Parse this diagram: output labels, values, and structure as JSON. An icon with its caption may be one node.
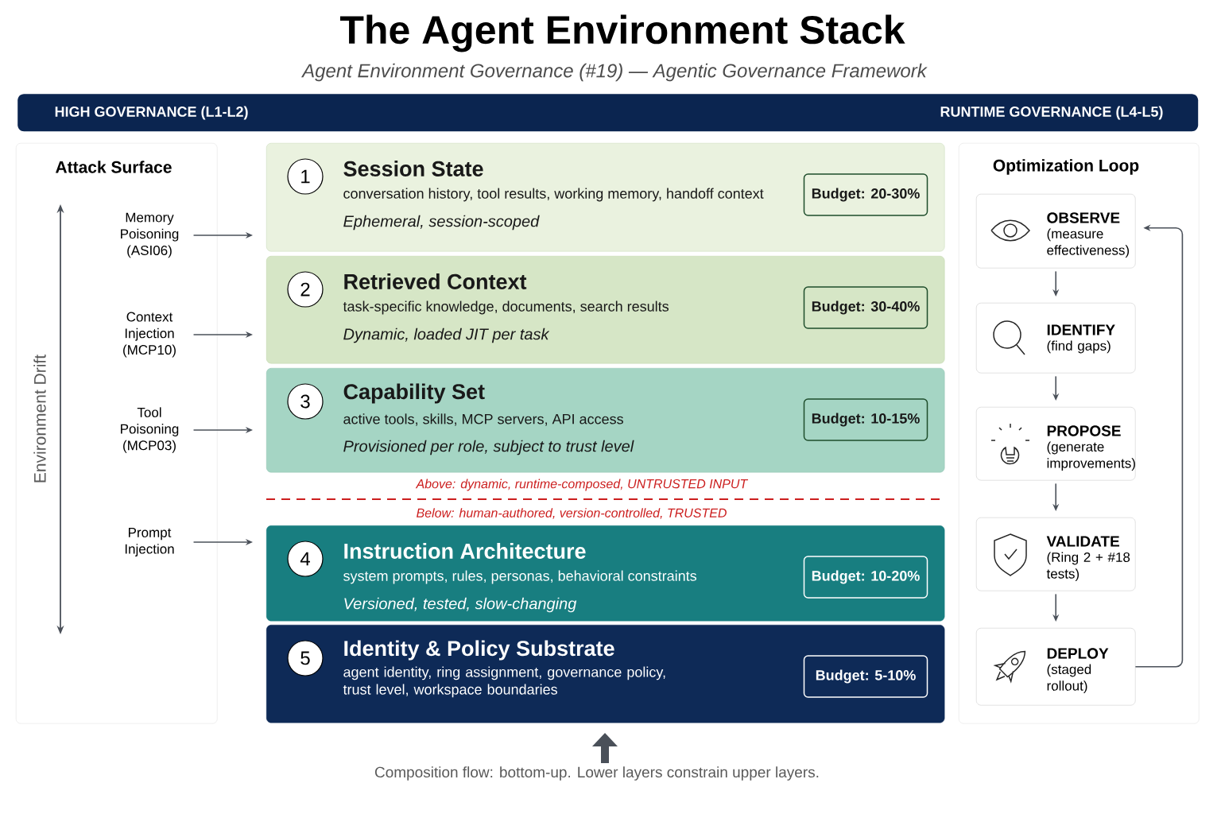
{
  "diagram": {
    "title": "The Agent Environment Stack",
    "nodes": [
      {
        "text": [
          "HIGH GOVERNANCE (L1-L2)",
          "RUNTIME GOVERNANCE (L4-L5)"
        ]
      },
      {
        "text": [
          "Attack Surface"
        ]
      },
      {
        "text": [
          "Memory Poisoning (ASI06)"
        ],
        "in": 1
      },
      {
        "text": [
          "Context Injection (MCP10)"
        ],
        "in": 1
      },
      {
        "text": [
          "Tool Poisoning (MCP03)"
        ],
        "in": 1
      },
      {
        "text": [
          "Prompt Injection"
        ],
        "in": 1
      },
      {
        "text": [
          "Session State",
          "conversation history, tool results, working memory, handoff context",
          "Ephemeral, session-scoped"
        ]
      },
      {
        "text": [
          "1"
        ],
        "in": 6
      },
      {
        "text": [
          "Budget: 20-30%"
        ],
        "in": 6
      },
      {
        "text": [
          "Retrieved Context",
          "task-specific knowledge, documents, search results",
          "Dynamic, loaded JIT per task"
        ]
      },
      {
        "text": [
          "2"
        ],
        "in": 9
      },
      {
        "text": [
          "Budget: 30-40%"
        ],
        "in": 9
      },
      {
        "text": [
          "Capability Set",
          "active tools, skills, MCP servers, API access",
          "Provisioned per role, subject to trust level"
        ]
      },
      {
        "text": [
          "3"
        ],
        "in": 12
      },
      {
        "text": [
          "Budget: 10-15%"
        ],
        "in": 12
      },
      {
        "text": [
          "Instruction Architecture",
          "system prompts, rules, personas, behavioral constraints",
          "Versioned, tested, slow-changing"
        ]
      },
      {
        "text": [
          "4"
        ],
        "in": 15
      },
      {
        "text": [
          "Budget: 10-20%"
        ],
        "in": 15
      },
      {
        "text": [
          "Identity & Policy Substrate",
          "agent identity, ring assignment, governance policy, trust level, workspace boundaries"
        ]
      },
      {
        "text": [
          "5"
        ],
        "in": 18
      },
      {
        "text": [
          "Budget: 5-10%"
        ],
        "in": 18
      },
      {
        "text": [
          "Optimization Loop"
        ]
      },
      {
        "text": [
          "OBSERVE",
          "(measure effectiveness)"
        ],
        "in": 21
      },
      {
        "text": [
          "IDENTIFY",
          "(find gaps)"
        ],
        "in": 21
      },
      {
        "text": [
          "PROPOSE",
          "(generate improvements)"
        ],
        "in": 21
      },
      {
        "text": [
          "VALIDATE",
          "(Ring 2 + #18 tests)"
        ],
        "in": 21
      },
      {
        "text": [
          "DEPLOY",
          "(staged rollout)"
        ],
        "in": 21
      }
    ],
    "edges": [
      {
        "from": 2,
        "to": 6,
        "arrow": "to"
      },
      {
        "from": 3,
        "to": 9,
        "arrow": "to"
      },
      {
        "from": 4,
        "to": 12,
        "arrow": "to"
      },
      {
        "from": 5,
        "to": 15,
        "arrow": "to"
      },
      {
        "from": 22,
        "to": 23,
        "arrow": "to"
      },
      {
        "from": 23,
        "to": 24,
        "arrow": "to"
      },
      {
        "from": 24,
        "to": 25,
        "arrow": "to"
      },
      {
        "from": 25,
        "to": 26,
        "arrow": "to"
      },
      {
        "from": 26,
        "to": 22,
        "arrow": "to"
      }
    ],
    "labels": [
      "Agent Environment Governance (#19) — Agentic Governance Framework",
      "Environment Drift",
      "Above: dynamic, runtime-composed, UNTRUSTED INPUT",
      "Below: human-authored, version-controlled, TRUSTED",
      "Composition flow: bottom-up. Lower layers constrain upper layers."
    ]
  }
}
